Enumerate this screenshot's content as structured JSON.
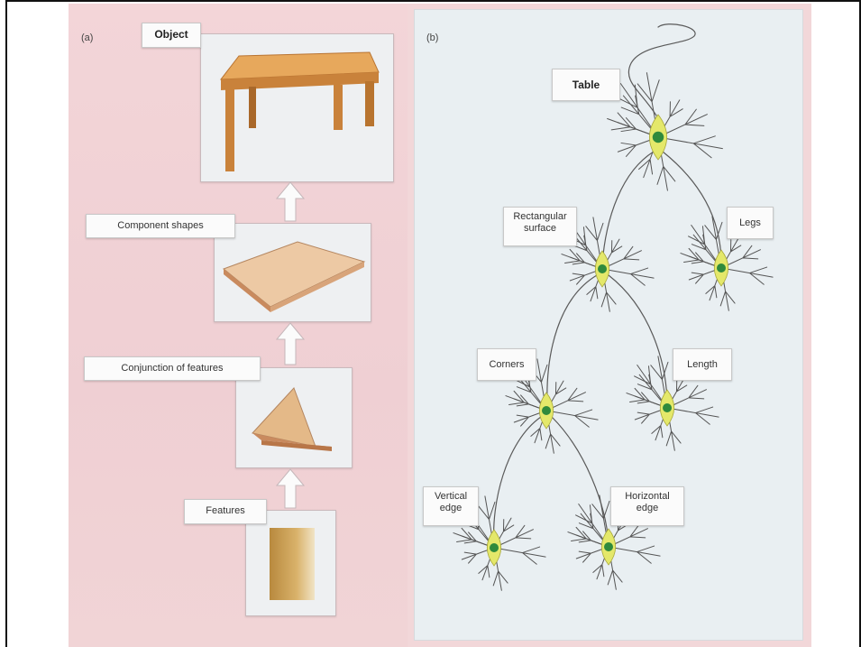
{
  "panel_a": {
    "letter": "(a)",
    "stages": [
      {
        "label": "Object",
        "icon": "table-icon"
      },
      {
        "label": "Component shapes",
        "icon": "board-icon"
      },
      {
        "label": "Conjunction of features",
        "icon": "wedge-icon"
      },
      {
        "label": "Features",
        "icon": "bar-icon"
      }
    ]
  },
  "panel_b": {
    "letter": "(b)",
    "neurons": [
      {
        "id": "table",
        "label": "Table"
      },
      {
        "id": "rect",
        "label_line1": "Rectangular",
        "label_line2": "surface"
      },
      {
        "id": "legs",
        "label": "Legs"
      },
      {
        "id": "corners",
        "label": "Corners"
      },
      {
        "id": "length",
        "label": "Length"
      },
      {
        "id": "vertical",
        "label_line1": "Vertical",
        "label_line2": "edge"
      },
      {
        "id": "horizontal",
        "label_line1": "Horizontal",
        "label_line2": "edge"
      }
    ]
  },
  "colors": {
    "panel_a_bg": "#f1d3d6",
    "panel_b_bg": "#e9eff2",
    "neuron_fill": "#e4e86a",
    "neuron_nucleus": "#2f8a3c",
    "dendrite": "#555555",
    "wood": "#d99a4e"
  }
}
